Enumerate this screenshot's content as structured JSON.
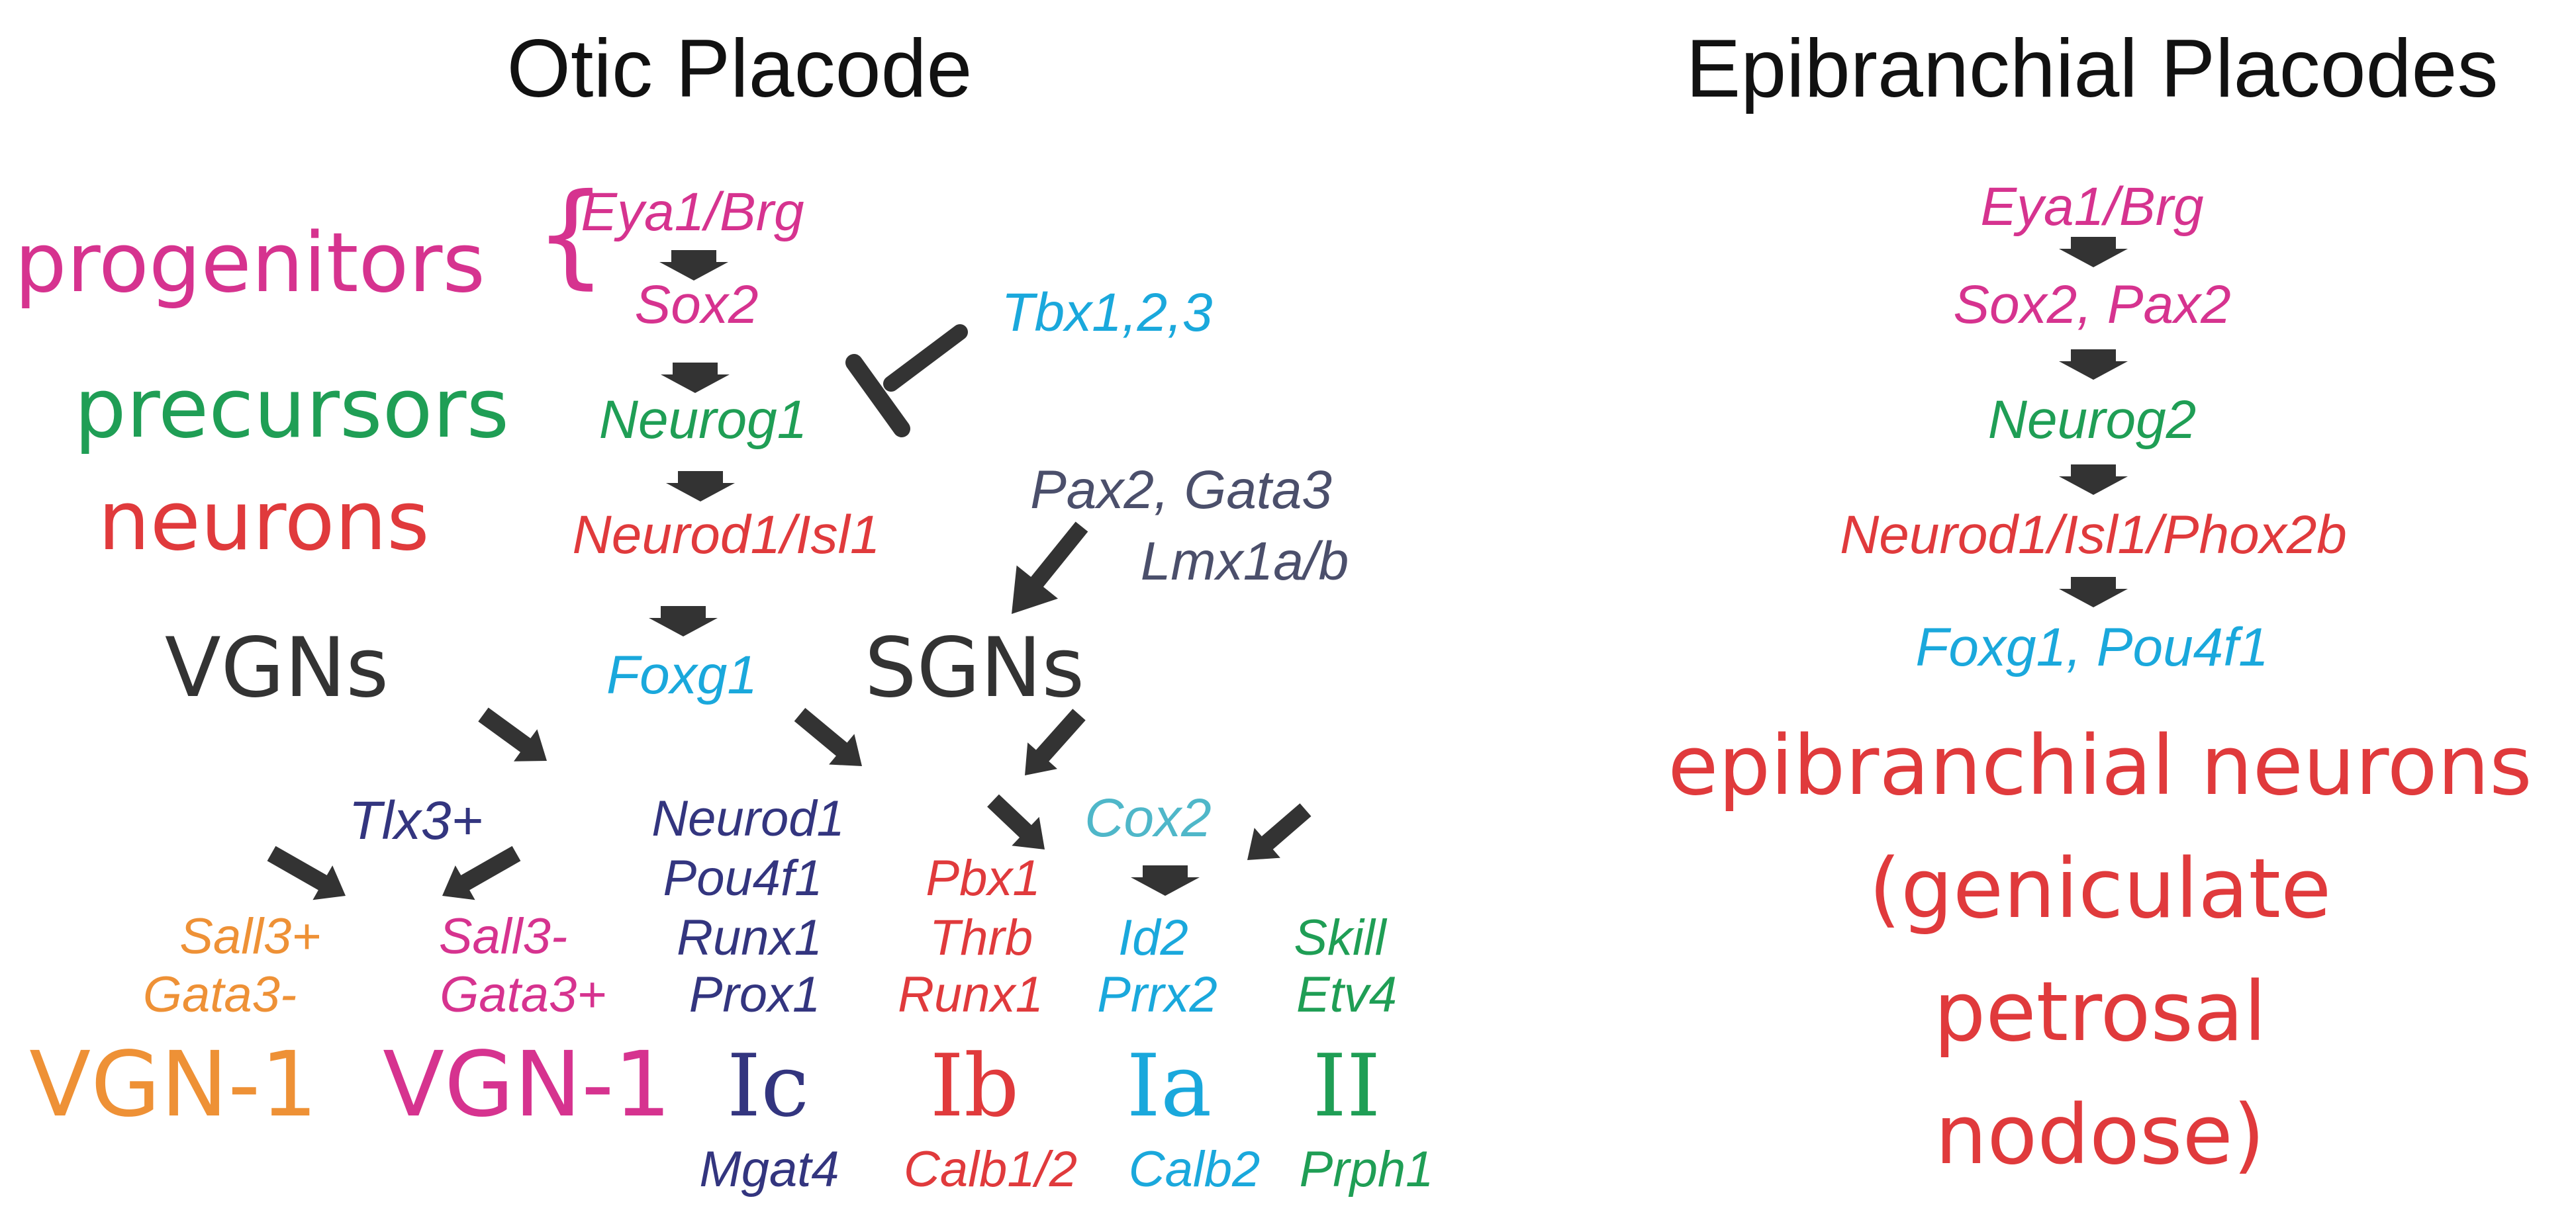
{
  "colors": {
    "magenta": "#d6338f",
    "green": "#1f9e55",
    "red": "#e03a3c",
    "cyan": "#1aa8dc",
    "slate": "#4b4f6b",
    "navy": "#33357f",
    "orange": "#ee9136",
    "teal": "#4fb7c9",
    "dark": "#333333",
    "arrow": "#333333"
  },
  "otic": {
    "title": "Otic Placode",
    "stages": {
      "progenitors": "progenitors",
      "precursors": "precursors",
      "neurons": "neurons"
    },
    "genes": {
      "eya1_brg": "Eya1/Brg",
      "sox2": "Sox2",
      "tbx": "Tbx1,2,3",
      "neurog1": "Neurog1",
      "neurod1_isl1": "Neurod1/Isl1",
      "pax2_gata3": "Pax2, Gata3",
      "lmx1ab": "Lmx1a/b",
      "foxg1": "Foxg1"
    },
    "branches": {
      "vgns": "VGNs",
      "sgns": "SGNs",
      "tlx3": "Tlx3+",
      "cox2": "Cox2"
    },
    "markers": {
      "sall3_plus": "Sall3+",
      "gata3_minus": "Gata3-",
      "sall3_minus": "Sall3-",
      "gata3_plus": "Gata3+",
      "neurod1": "Neurod1",
      "pou4f1": "Pou4f1",
      "runx1_ic": "Runx1",
      "prox1": "Prox1",
      "pbx1": "Pbx1",
      "thrb": "Thrb",
      "runx1_ib": "Runx1",
      "id2": "Id2",
      "prrx2": "Prrx2",
      "skill": "Skill",
      "etv4": "Etv4"
    },
    "classes": {
      "vgn1_a": "VGN-1",
      "vgn1_b": "VGN-1",
      "ic": "Ic",
      "ib": "Ib",
      "ia": "Ia",
      "ii": "II"
    },
    "bottom": {
      "mgat4": "Mgat4",
      "calb12": "Calb1/2",
      "calb2": "Calb2",
      "prph1": "Prph1"
    }
  },
  "epibranchial": {
    "title": "Epibranchial Placodes",
    "genes": {
      "eya1_brg": "Eya1/Brg",
      "sox2_pax2": "Sox2, Pax2",
      "neurog2": "Neurog2",
      "neurod1_isl1_phox2b": "Neurod1/Isl1/Phox2b",
      "foxg1_pou4f1": "Foxg1, Pou4f1"
    },
    "neurons": {
      "line1": "epibranchial neurons",
      "line2": "(geniculate",
      "line3": "petrosal",
      "line4": "nodose)"
    }
  }
}
